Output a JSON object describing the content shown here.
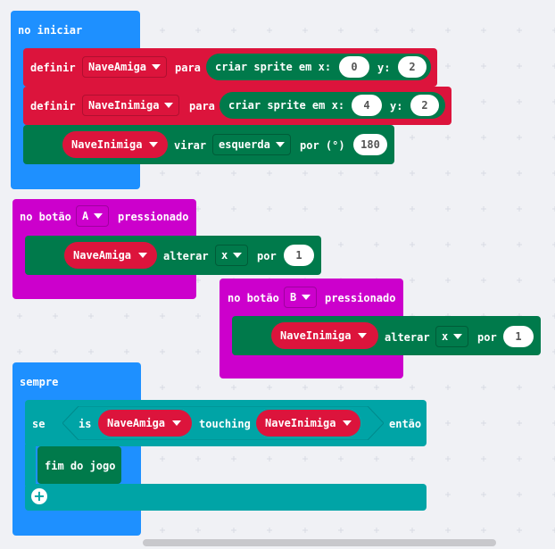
{
  "colors": {
    "events": "#1e90ff",
    "variables": "#dc143c",
    "game": "#007a4b",
    "input": "#cc00cc",
    "logic": "#00a4a6",
    "canvas": "#f0f1f5"
  },
  "on_start": {
    "label": "no iniciar",
    "row1": {
      "set": "definir",
      "var": "NaveAmiga",
      "to": "para",
      "create": "criar sprite em x:",
      "x": "0",
      "y_label": "y:",
      "y": "2"
    },
    "row2": {
      "set": "definir",
      "var": "NaveInimiga",
      "to": "para",
      "create": "criar sprite em x:",
      "x": "4",
      "y_label": "y:",
      "y": "2"
    },
    "row3": {
      "var": "NaveInimiga",
      "action": "virar",
      "dir": "esquerda",
      "by": "por (°)",
      "value": "180"
    }
  },
  "button_a": {
    "label": "no botão",
    "button": "A",
    "pressed": "pressionado",
    "inner": {
      "var": "NaveAmiga",
      "action": "alterar",
      "axis": "x",
      "by": "por",
      "value": "1"
    }
  },
  "button_b": {
    "label": "no botão",
    "button": "B",
    "pressed": "pressionado",
    "inner": {
      "var": "NaveInimiga",
      "action": "alterar",
      "axis": "x",
      "by": "por",
      "value": "1"
    }
  },
  "forever": {
    "label": "sempre",
    "if": {
      "se": "se",
      "is": "is",
      "a": "NaveAmiga",
      "touching": "touching",
      "b": "NaveInimiga",
      "then": "então"
    },
    "game_over": "fim do jogo",
    "add_icon": "plus-icon"
  }
}
